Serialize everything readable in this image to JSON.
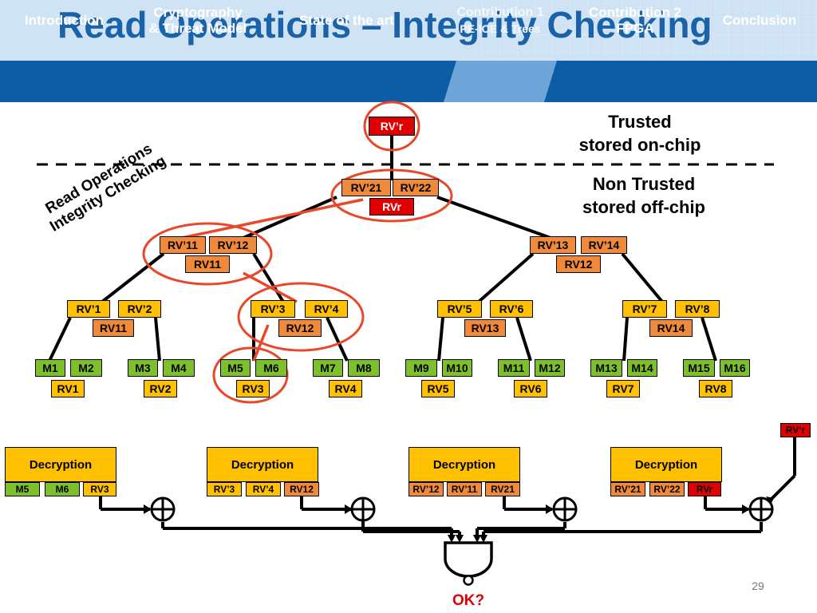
{
  "slide": {
    "title": "Read Operations – Integrity Checking",
    "page_number": "29"
  },
  "nav": {
    "items": [
      {
        "label_1": "Introduction",
        "label_2": ""
      },
      {
        "label_1": "Cryptography",
        "label_2": "& Threat Model"
      },
      {
        "label_1": "State of the art",
        "label_2": ""
      },
      {
        "label_1": "Contribution 1",
        "label_2": "PE-ICE & Trees"
      },
      {
        "label_1": "Contribution 2",
        "label_2": "FPGA"
      },
      {
        "label_1": "Conclusion",
        "label_2": ""
      }
    ]
  },
  "labels": {
    "trusted_1": "Trusted",
    "trusted_2": "stored on-chip",
    "untrusted_1": "Non Trusted",
    "untrusted_2": "stored off-chip",
    "rotated_1": "Read Operations",
    "rotated_2": "Integrity Checking",
    "result": "OK?"
  },
  "tree": {
    "root": "RV’r",
    "level3": {
      "pair": [
        "RV’21",
        "RV’22"
      ],
      "rv": "RVr"
    },
    "level2": [
      {
        "pair": [
          "RV’11",
          "RV’12"
        ],
        "rv": "RV11"
      },
      {
        "pair": [
          "RV’13",
          "RV’14"
        ],
        "rv": "RV12"
      }
    ],
    "level1": [
      {
        "pair": [
          "RV’1",
          "RV’2"
        ],
        "rv": "RV11"
      },
      {
        "pair": [
          "RV’3",
          "RV’4"
        ],
        "rv": "RV12"
      },
      {
        "pair": [
          "RV’5",
          "RV’6"
        ],
        "rv": "RV13"
      },
      {
        "pair": [
          "RV’7",
          "RV’8"
        ],
        "rv": "RV14"
      }
    ],
    "leaves": [
      {
        "pair": [
          "M1",
          "M2"
        ],
        "rv": "RV1"
      },
      {
        "pair": [
          "M3",
          "M4"
        ],
        "rv": "RV2"
      },
      {
        "pair": [
          "M5",
          "M6"
        ],
        "rv": "RV3"
      },
      {
        "pair": [
          "M7",
          "M8"
        ],
        "rv": "RV4"
      },
      {
        "pair": [
          "M9",
          "M10"
        ],
        "rv": "RV5"
      },
      {
        "pair": [
          "M11",
          "M12"
        ],
        "rv": "RV6"
      },
      {
        "pair": [
          "M13",
          "M14"
        ],
        "rv": "RV7"
      },
      {
        "pair": [
          "M15",
          "M16"
        ],
        "rv": "RV8"
      }
    ]
  },
  "decryption": {
    "label": "Decryption",
    "blocks": [
      {
        "inputs": [
          "M5",
          "M6",
          "RV3"
        ]
      },
      {
        "inputs": [
          "RV’3",
          "RV’4",
          "RV12"
        ]
      },
      {
        "inputs": [
          "RV’12",
          "RV’11",
          "RV21"
        ]
      },
      {
        "inputs": [
          "RV’21",
          "RV’22",
          "RVr"
        ]
      }
    ],
    "root_ref": "RV’r"
  },
  "colors": {
    "yellow": "#ffc000",
    "orange": "#f08a3a",
    "green": "#7ec02a",
    "red": "#e00000",
    "highlight": "#e8472a",
    "nav": "#0d5ca6",
    "title": "#1b63a8"
  }
}
